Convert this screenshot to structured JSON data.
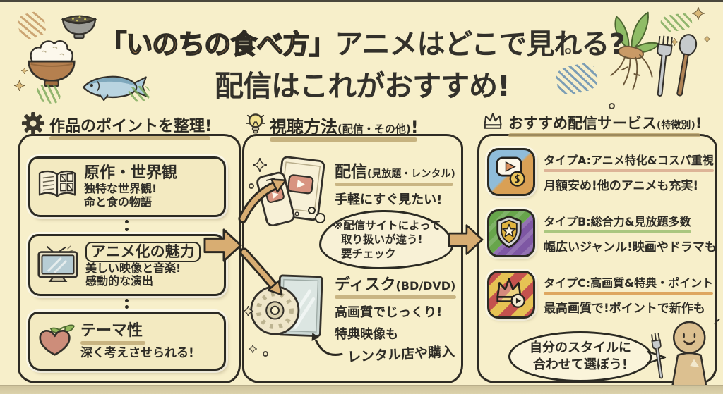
{
  "title": {
    "line1_em": "「いのちの食べ方」",
    "line1_rest": "アニメはどこで見れる?",
    "line2": "配信はこれがおすすめ!"
  },
  "points": {
    "header": "作品のポイントを整理!",
    "items": [
      {
        "icon": "book-icon",
        "title": "原作・世界観",
        "desc1": "独特な世界観!",
        "desc2": "命と食の物語"
      },
      {
        "icon": "tv-icon",
        "title": "アニメ化の魅力",
        "desc1": "美しい映像と音楽!",
        "desc2": "感動的な演出"
      },
      {
        "icon": "heart-sprout-icon",
        "title": "テーマ性",
        "desc1": "深く考えさせられる!"
      }
    ]
  },
  "methods": {
    "header": "視聴方法",
    "header_paren": "(配信・その他)",
    "header_excl": "!",
    "streaming": {
      "title": "配信",
      "title_paren": "(見放題・レンタル)",
      "subtitle": "手軽にすぐ見たい!",
      "note_line1": "※配信サイトによって",
      "note_line2": "取り扱いが違う!",
      "note_line3": "要チェック"
    },
    "disc": {
      "title": "ディスク",
      "title_paren": "(BD/DVD)",
      "subtitle1": "高画質でじっくり!",
      "subtitle2": "特典映像も",
      "caption": "レンタル店や購入"
    }
  },
  "services": {
    "header": "おすすめ配信サービス",
    "header_paren": "(特徴別)",
    "header_excl": "!",
    "items": [
      {
        "icon": "play-coin-app-icon",
        "title": "タイプA:アニメ特化&コスパ重視",
        "desc": "月額安め!他のアニメも充実!",
        "underline_color": "#d8a98e"
      },
      {
        "icon": "shield-star-app-icon",
        "title": "タイプB:総合力&見放題多数",
        "desc": "幅広いジャンル!映画やドラマも",
        "underline_color": "#9cbf72"
      },
      {
        "icon": "crown-play-app-icon",
        "title": "タイプC:高画質&特典・ポイント",
        "desc": "最高画質で!ポイントで新作も",
        "underline_color": "#d99a4e"
      }
    ],
    "bubble_line1": "自分のスタイルに",
    "bubble_line2": "合わせて選ぼう!"
  },
  "colors": {
    "background": "#f7efca",
    "ink": "#2e2c26",
    "title_brown": "#b5854f",
    "arrow_tan": "#d8ad72",
    "underline_tan": "#b9a26b",
    "card_fill": "#f3eac1",
    "type_a_blue": "#8fbcd9",
    "type_a_orange": "#d9a055",
    "type_b_green": "#67a54b",
    "type_b_purple": "#7e57a4",
    "type_c_red": "#c4524e",
    "type_c_yellow": "#e6c254"
  }
}
